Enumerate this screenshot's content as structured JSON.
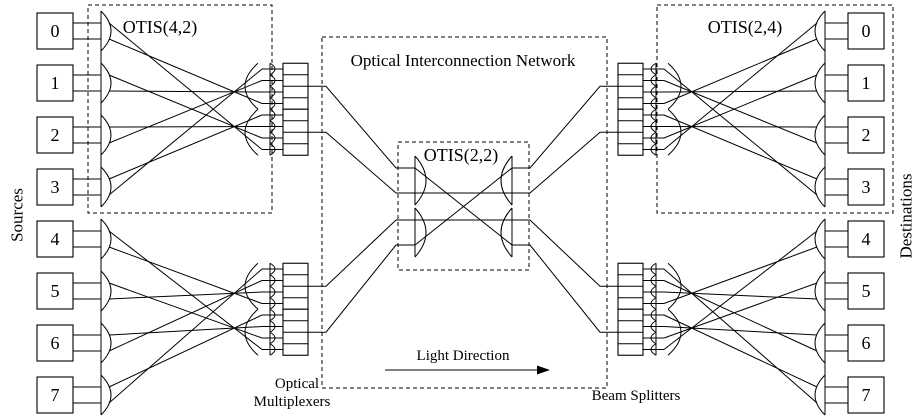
{
  "labels": {
    "otis_left": "OTIS(4,2)",
    "otis_right": "OTIS(2,4)",
    "otis_center": "OTIS(2,2)",
    "network": "Optical Interconnection Network",
    "light_direction": "Light Direction",
    "multiplexers_line1": "Optical",
    "multiplexers_line2": "Multiplexers",
    "beam_splitters": "Beam Splitters",
    "sources": "Sources",
    "destinations": "Destinations"
  },
  "sources": [
    "0",
    "1",
    "2",
    "3",
    "4",
    "5",
    "6",
    "7"
  ],
  "destinations": [
    "0",
    "1",
    "2",
    "3",
    "4",
    "5",
    "6",
    "7"
  ]
}
